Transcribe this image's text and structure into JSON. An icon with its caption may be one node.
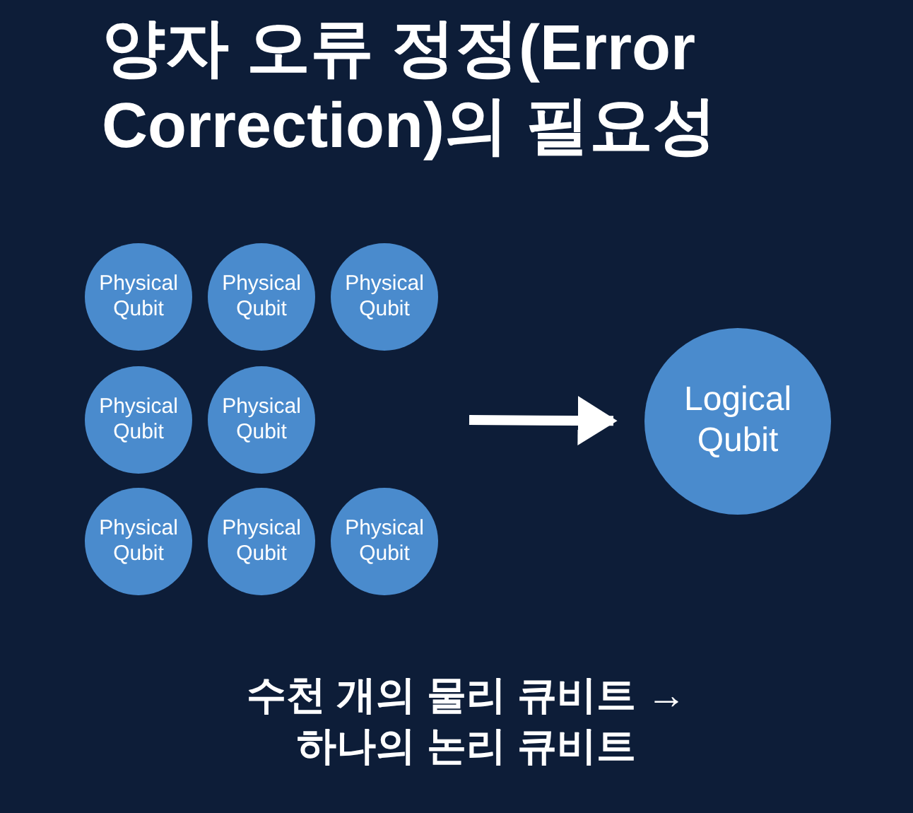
{
  "diagram": {
    "title": "양자 오류 정정(Error Correction)의 필요성",
    "nodes": [
      {
        "text": [
          "Physical Qubit"
        ]
      },
      {
        "text": [
          "Physical Qubit"
        ]
      },
      {
        "text": [
          "Physical Qubit"
        ]
      },
      {
        "text": [
          "Physical Qubit"
        ]
      },
      {
        "text": [
          "Physical Qubit"
        ]
      },
      {
        "text": [
          "Physical Qubit"
        ]
      },
      {
        "text": [
          "Physical Qubit"
        ]
      },
      {
        "text": [
          "Physical Qubit"
        ]
      },
      {
        "text": [
          "Logical Qubit"
        ]
      }
    ],
    "edges": [
      {
        "from": null,
        "to": 8,
        "arrow": "to"
      }
    ],
    "caption": "수천 개의 물리 큐비트 → 하나의 논리 큐비트"
  }
}
